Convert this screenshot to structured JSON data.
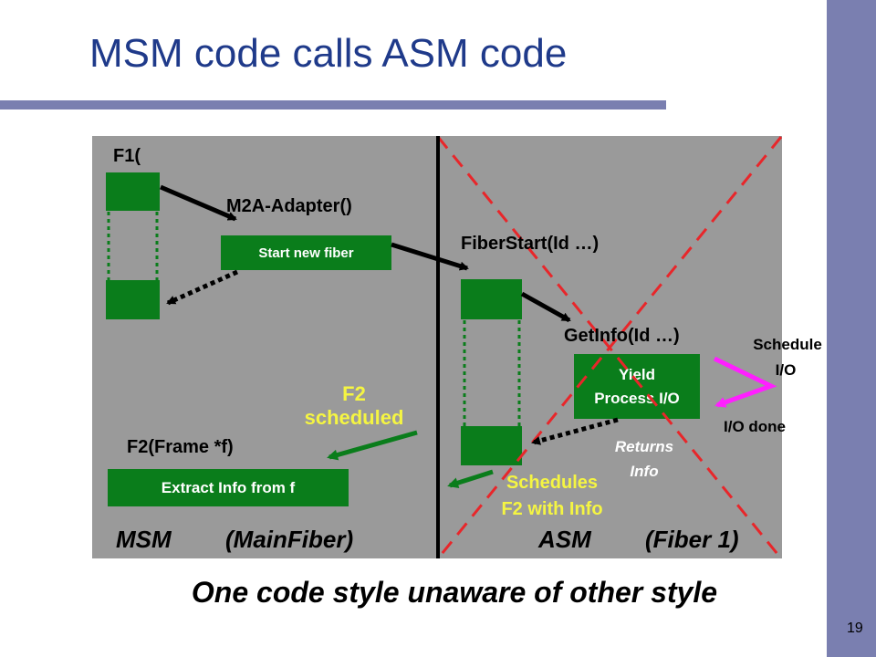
{
  "slide": {
    "title": "MSM code calls ASM code",
    "subtitle": "One code style unaware of other style",
    "page_number": "19"
  },
  "diagram": {
    "f1_label": "F1(",
    "m2a_label": "M2A-Adapter()",
    "start_fiber_box": "Start new fiber",
    "fiberstart_label": "FiberStart(Id …)",
    "getinfo_label": "GetInfo(Id …)",
    "yield_box_line1": "Yield",
    "yield_box_line2": "Process I/O",
    "schedule_io_line1": "Schedule",
    "schedule_io_line2": "I/O",
    "io_done_label": "I/O done",
    "returns_info_line1": "Returns",
    "returns_info_line2": "Info",
    "schedules_line1": "Schedules",
    "schedules_line2": "F2 with Info",
    "f2_scheduled_line1": "F2",
    "f2_scheduled_line2": "scheduled",
    "f2_frame_label": "F2(Frame *f)",
    "extract_box": "Extract Info from f",
    "msm_label": "MSM",
    "mainfiber_label": "(MainFiber)",
    "asm_label": "ASM",
    "fiber1_label": "(Fiber 1)"
  },
  "colors": {
    "title_blue": "#1f3a8a",
    "sidebar": "#7a7fb0",
    "panel_gray": "#9a9a9a",
    "box_green": "#0a7d1b",
    "highlight_yellow": "#f5f542",
    "cross_red": "#e8262a",
    "magenta": "#ff1fff"
  }
}
